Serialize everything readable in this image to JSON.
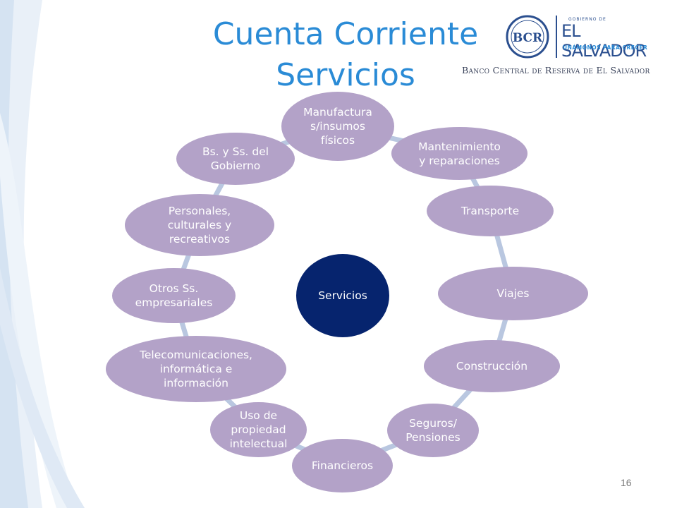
{
  "title": {
    "line1": "Cuenta Corriente",
    "line2": "Servicios"
  },
  "logo": {
    "monogram": "BCR",
    "gobierno": "GOBIERNO DE",
    "country": "EL SALVADOR",
    "slogan": "UNÁMONOS PARA CRECER",
    "bank_name": "Banco Central de Reserva de El Salvador"
  },
  "diagram": {
    "center": "Servicios",
    "nodes": [
      "Manufactura\ns/insumos\nfísicos",
      "Mantenimiento\ny reparaciones",
      "Transporte",
      "Viajes",
      "Construcción",
      "Seguros/\nPensiones",
      "Financieros",
      "Uso de\npropiedad\nintelectual",
      "Telecomunicaciones,\ninformática e\ninformación",
      "Otros Ss.\nempresariales",
      "Personales,\nculturales y\nrecreativos",
      "Bs. y Ss. del\nGobierno"
    ]
  },
  "colors": {
    "title": "#2a8bd6",
    "node": "#b3a2c8",
    "center": "#06246e",
    "connector": "#b9c7e0"
  },
  "page_number": "16"
}
